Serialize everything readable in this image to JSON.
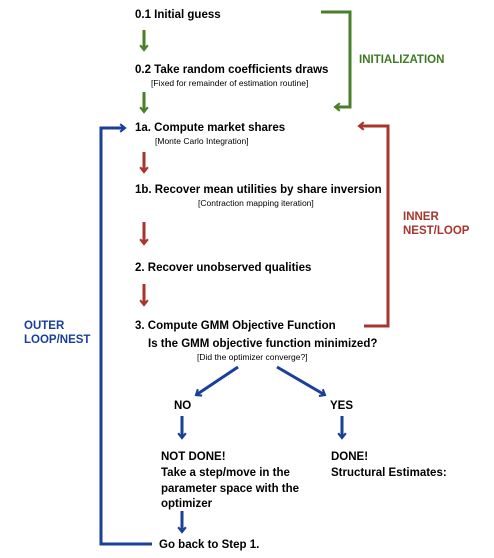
{
  "colors": {
    "green": "#4a7f2a",
    "red": "#a8352c",
    "blue": "#1a3f9a"
  },
  "steps": {
    "initial_guess": "0.1 Initial guess",
    "random_draws": "0.2 Take random coefficients draws",
    "random_draws_note": "[Fixed for remainder of estimation routine]",
    "market_shares": "1a. Compute market shares",
    "market_shares_note": "[Monte Carlo Integration]",
    "mean_utilities": "1b. Recover mean utilities by share inversion",
    "mean_utilities_note": "[Contraction mapping iteration]",
    "unobserved": "2. Recover unobserved qualities",
    "gmm": "3. Compute GMM Objective Function",
    "question": "Is the GMM objective function minimized?",
    "question_note": "[Did the optimizer converge?]",
    "no": "NO",
    "yes": "YES",
    "not_done": [
      "NOT DONE!",
      "Take a step/move in the",
      "parameter space with the",
      "optimizer"
    ],
    "done": [
      "DONE!",
      "Structural Estimates:"
    ],
    "go_back": "Go back to Step 1."
  },
  "loops": {
    "initialization": "INITIALIZATION",
    "inner": [
      "INNER",
      "NEST/LOOP"
    ],
    "outer": [
      "OUTER",
      "LOOP/NEST"
    ]
  }
}
